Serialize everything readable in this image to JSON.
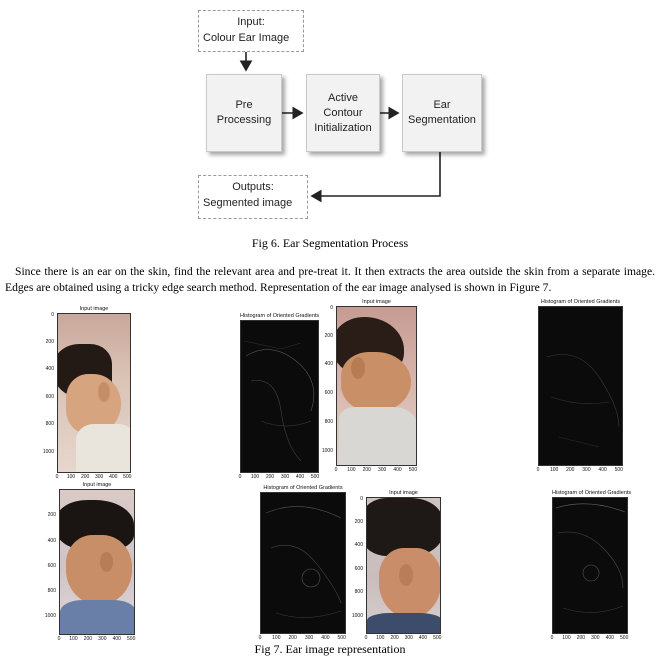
{
  "diagram": {
    "input": {
      "line1": "Input:",
      "line2": "Colour Ear Image"
    },
    "steps": [
      {
        "label": "Pre Processing"
      },
      {
        "label": "Active Contour Initialization"
      },
      {
        "label": "Ear Segmentation"
      }
    ],
    "output": {
      "line1": "Outputs:",
      "line2": "Segmented image"
    }
  },
  "fig6_caption": "Fig 6. Ear Segmentation Process",
  "paragraph": "Since there is an ear on the skin, find the relevant area and pre-treat it. It then extracts the area outside the skin from a separate image. Edges are obtained using a tricky edge search method. Representation of the ear image analysed is shown in Figure 7.",
  "figure7": {
    "panels": [
      {
        "title": "Input image",
        "yticks": [
          "0",
          "200",
          "400",
          "600",
          "800",
          "1000"
        ],
        "xticks": [
          "0",
          "100",
          "200",
          "300",
          "400",
          "500"
        ]
      },
      {
        "title": "Histogram of Oriented Gradients",
        "yticks": [],
        "xticks": [
          "0",
          "100",
          "200",
          "300",
          "400",
          "500"
        ]
      },
      {
        "title": "Input image",
        "yticks": [
          "0",
          "200",
          "400",
          "600",
          "800",
          "1000"
        ],
        "xticks": [
          "0",
          "100",
          "200",
          "300",
          "400",
          "500"
        ]
      },
      {
        "title": "Histogram of Oriented Gradients",
        "yticks": [],
        "xticks": [
          "0",
          "100",
          "200",
          "300",
          "400",
          "500"
        ]
      },
      {
        "title": "Input image",
        "yticks": [
          "200",
          "400",
          "600",
          "800",
          "1000"
        ],
        "xticks": [
          "0",
          "100",
          "200",
          "300",
          "400",
          "500"
        ]
      },
      {
        "title": "Histogram of Oriented Gradients",
        "yticks": [],
        "xticks": [
          "0",
          "100",
          "200",
          "300",
          "400",
          "500"
        ]
      },
      {
        "title": "Input image",
        "yticks": [
          "0",
          "200",
          "400",
          "600",
          "800",
          "1000"
        ],
        "xticks": [
          "0",
          "100",
          "200",
          "300",
          "400",
          "500"
        ]
      },
      {
        "title": "Histogram of Oriented Gradients",
        "yticks": [],
        "xticks": [
          "0",
          "100",
          "200",
          "300",
          "400",
          "500"
        ]
      }
    ],
    "caption": "Fig 7. Ear image representation"
  }
}
